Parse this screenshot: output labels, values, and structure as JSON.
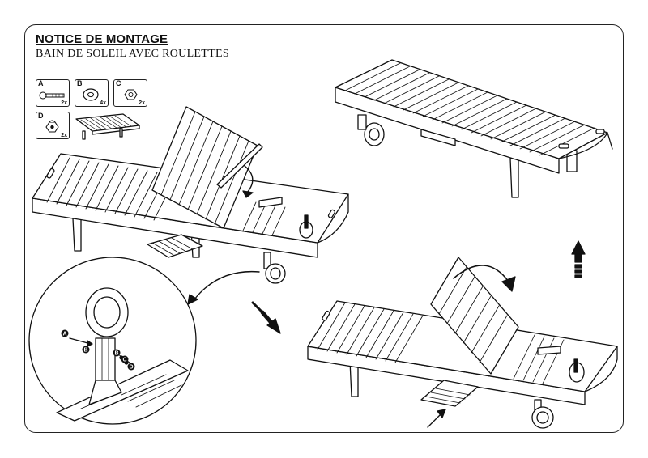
{
  "header": {
    "title": "NOTICE DE MONTAGE",
    "subtitle": "BAIN DE SOLEIL AVEC ROULETTES"
  },
  "parts": [
    {
      "letter": "A",
      "qty": "2x",
      "icon": "bolt-icon"
    },
    {
      "letter": "B",
      "qty": "4x",
      "icon": "washer-icon"
    },
    {
      "letter": "C",
      "qty": "2x",
      "icon": "nut-icon"
    },
    {
      "letter": "D",
      "qty": "2x",
      "icon": "cap-nut-icon"
    }
  ],
  "detail_labels": [
    "A",
    "B",
    "B",
    "C",
    "D"
  ],
  "colors": {
    "line": "#111111",
    "paper": "#ffffff"
  }
}
